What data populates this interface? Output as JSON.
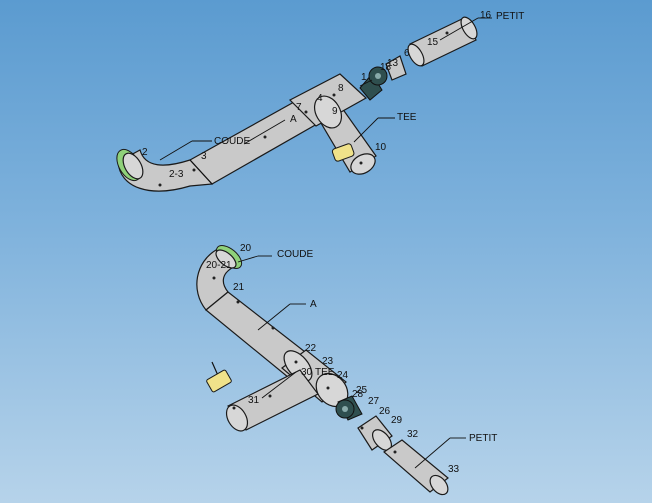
{
  "labels": {
    "top": {
      "n16": "16",
      "petit": "PETIT",
      "n15": "15",
      "n6": "6",
      "n13": "13",
      "n18": "18",
      "n1": "1",
      "n8": "8",
      "n4": "4",
      "n7": "7",
      "n9": "9",
      "a": "A",
      "tee": "TEE",
      "n10": "10",
      "coude": "COUDE",
      "n2": "2",
      "n3": "3",
      "n23": "2-3"
    },
    "bottom": {
      "n20": "20",
      "coude": "COUDE",
      "n2021": "20-21",
      "n21": "21",
      "a": "A",
      "n22": "22",
      "n23": "23",
      "n30": "30",
      "tee": "TEE",
      "n24": "24",
      "n31": "31",
      "n25": "25",
      "n28": "28",
      "n27": "27",
      "n26": "26",
      "n29": "29",
      "n32": "32",
      "petit": "PETIT",
      "n33": "33"
    }
  },
  "colors": {
    "pipe": "#c9c9c9",
    "flange": "#8fd17a",
    "valve": "#2f4f4f",
    "fitting": "#f0e28a"
  }
}
